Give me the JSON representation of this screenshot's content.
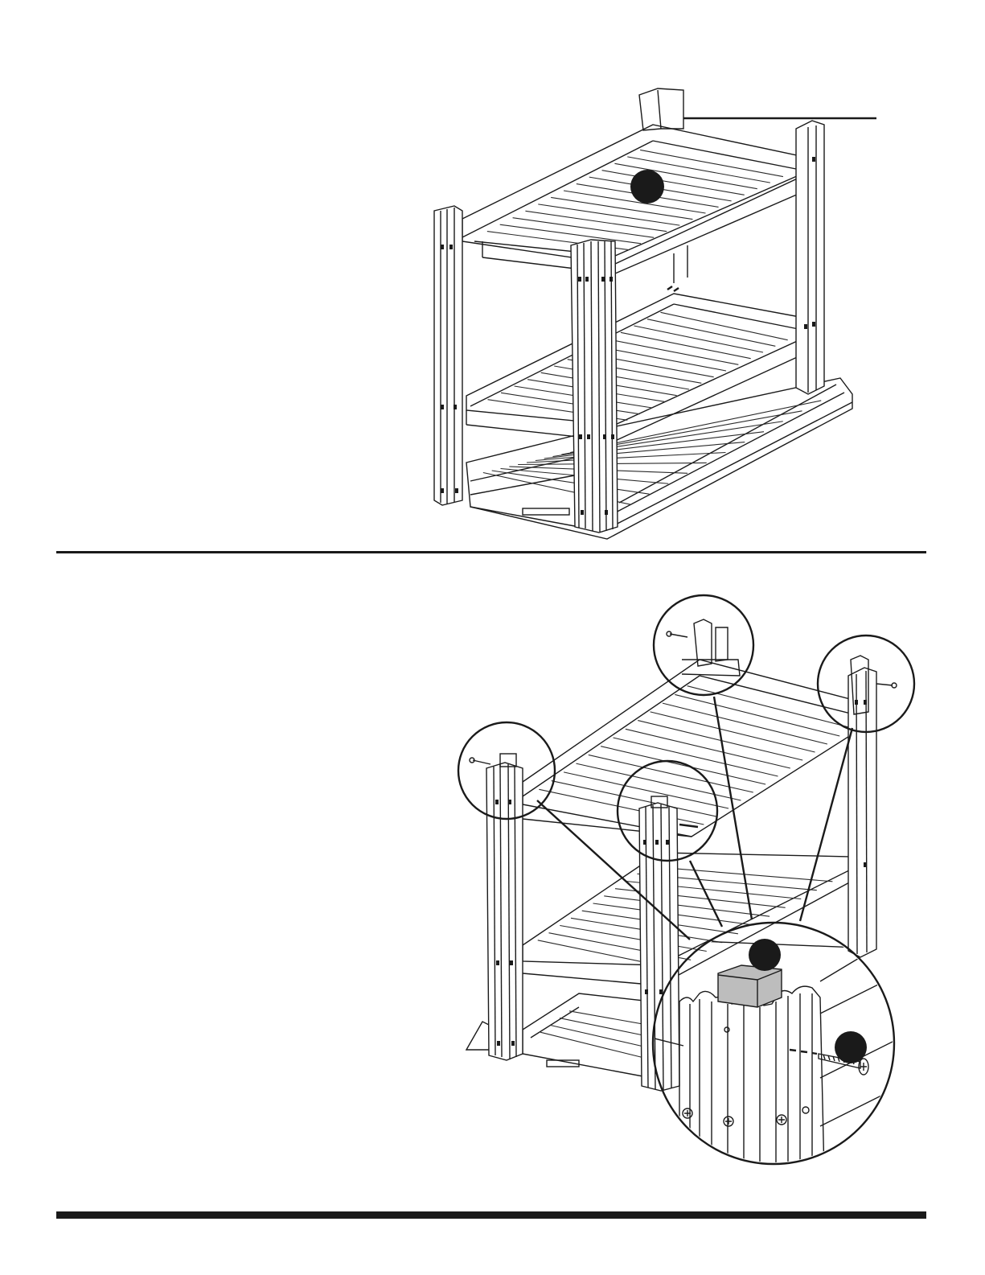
{
  "page": {
    "background": "#ffffff",
    "ink": "#1a1a1a"
  },
  "figures": [
    {
      "id": "step-a",
      "description_icons": [
        "callout-arrow-icon",
        "part-marker-icon"
      ],
      "part_markers": 1
    },
    {
      "id": "step-b",
      "description_icons": [
        "detail-magnifier-icon",
        "part-marker-icon",
        "screw-icon",
        "block-icon"
      ],
      "part_markers": 2,
      "detail_circles": 5
    }
  ],
  "colors": {
    "block_fill": "#bdbdbd",
    "marker_fill": "#1a1a1a"
  }
}
